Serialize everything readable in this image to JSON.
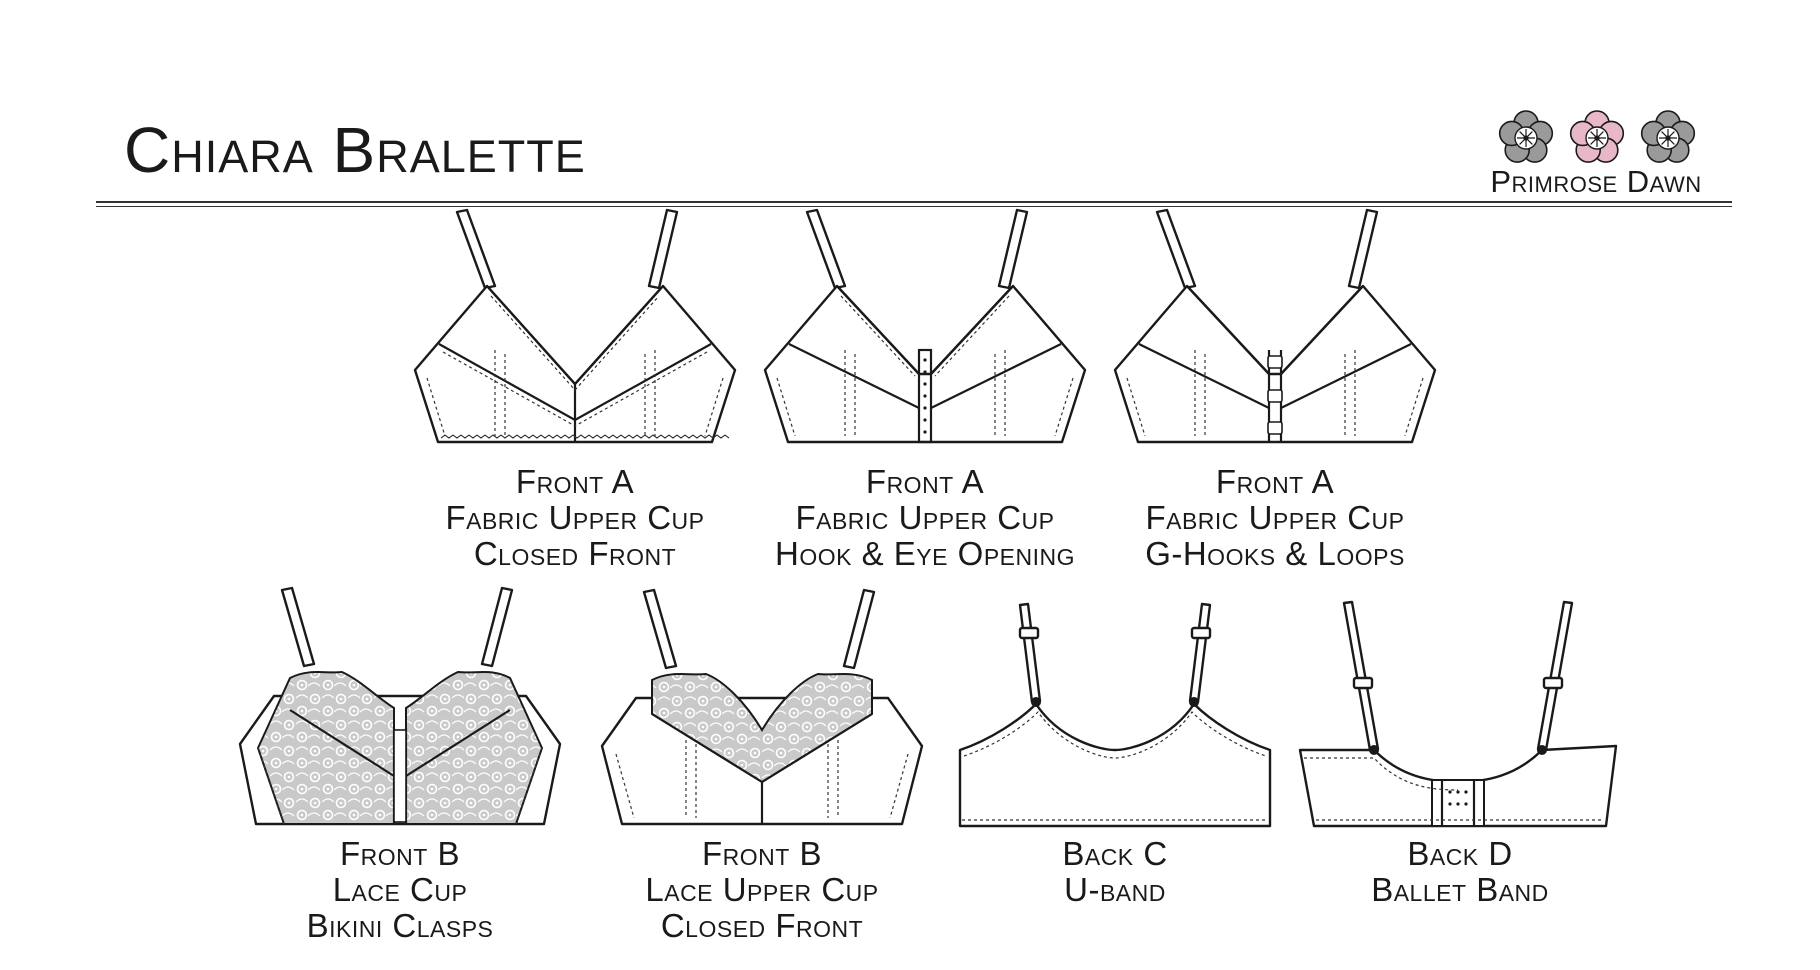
{
  "header": {
    "title": "Chiara Bralette",
    "brand": "Primrose Dawn"
  },
  "colors": {
    "ink": "#1a1a1a",
    "logo_gray": "#9a9a9a",
    "logo_pink": "#e8b7c8",
    "lace": "#c9c9c9"
  },
  "views": [
    {
      "lines": [
        "Front A",
        "Fabric Upper Cup",
        "Closed Front"
      ]
    },
    {
      "lines": [
        "Front A",
        "Fabric Upper Cup",
        "Hook & Eye Opening"
      ]
    },
    {
      "lines": [
        "Front A",
        "Fabric Upper Cup",
        "G-Hooks & Loops"
      ]
    },
    {
      "lines": [
        "Front B",
        "Lace Cup",
        "Bikini Clasps"
      ]
    },
    {
      "lines": [
        "Front B",
        "Lace Upper Cup",
        "Closed Front"
      ]
    },
    {
      "lines": [
        "Back C",
        "U-band"
      ]
    },
    {
      "lines": [
        "Back D",
        "Ballet Band"
      ]
    }
  ]
}
